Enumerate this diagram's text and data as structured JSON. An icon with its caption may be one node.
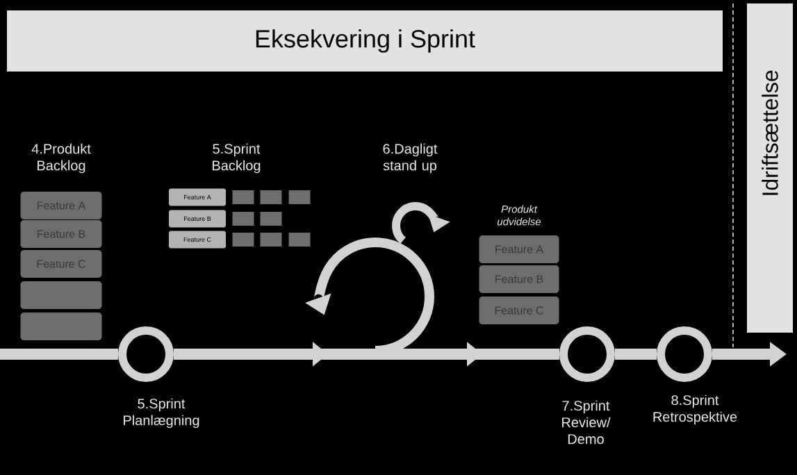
{
  "diagram": {
    "title": "Eksekvering i Sprint",
    "nodes": [
      {
        "text": [
          "Idriftsættelse"
        ]
      },
      {
        "text": [
          "Feature A"
        ]
      },
      {
        "text": [
          "Feature B"
        ]
      },
      {
        "text": [
          "Feature C"
        ]
      },
      {
        "text": [],
        "shape": "box"
      },
      {
        "text": [],
        "shape": "box"
      },
      {
        "text": [
          "Feature A"
        ]
      },
      {
        "text": [
          "Feature B"
        ]
      },
      {
        "text": [
          "Feature C"
        ]
      },
      {
        "text": [],
        "shape": "box"
      },
      {
        "text": [],
        "shape": "box"
      },
      {
        "text": [],
        "shape": "box"
      },
      {
        "text": [],
        "shape": "box"
      },
      {
        "text": [],
        "shape": "box"
      },
      {
        "text": [],
        "shape": "box"
      },
      {
        "text": [],
        "shape": "box"
      },
      {
        "text": [],
        "shape": "box"
      },
      {
        "text": [
          "5.Sprint Planlægning"
        ]
      },
      {
        "text": [
          "Feature A"
        ]
      },
      {
        "text": [
          "Feature B"
        ]
      },
      {
        "text": [
          "Feature C"
        ]
      },
      {
        "text": [
          "7.Sprint Review/ Demo"
        ]
      },
      {
        "text": [
          "8.Sprint Retrospektive"
        ]
      }
    ],
    "edges": [
      {
        "from": null,
        "to": 17,
        "arrow": "none"
      },
      {
        "from": 17,
        "to": 21,
        "arrow": "to"
      },
      {
        "from": 21,
        "to": 22,
        "arrow": "none"
      },
      {
        "from": 22,
        "to": null,
        "arrow": "to"
      }
    ],
    "labels": [
      "4.Produkt Backlog",
      "5.Sprint Backlog",
      "6.Dagligt stand up",
      "Produkt udvidelse"
    ]
  }
}
